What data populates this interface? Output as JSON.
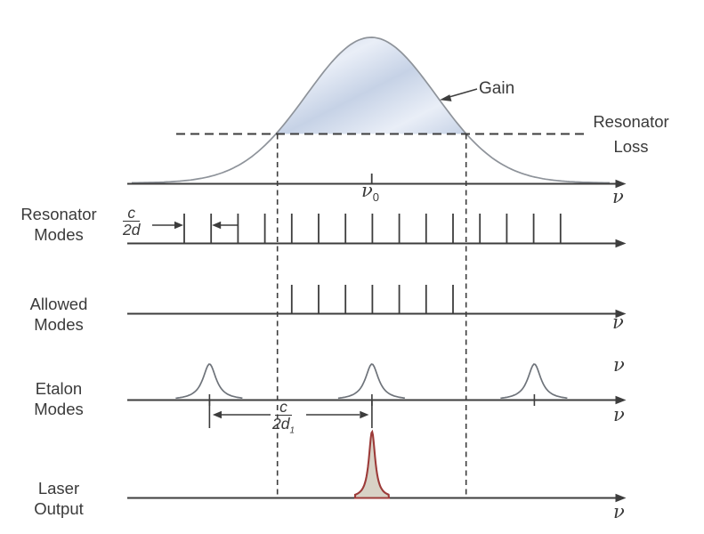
{
  "figure_title": "Laser gain curve and mode selection with an etalon",
  "gain_plot": {
    "curve_label": "Gain",
    "loss_label": {
      "line1": "Resonator",
      "line2": "Loss"
    },
    "peak_frequency": {
      "symbol": "ν",
      "subscript": "0"
    },
    "axis_label": "ν"
  },
  "rows": [
    {
      "label": {
        "line1": "Resonator",
        "line2": "Modes"
      },
      "spacing_label": {
        "numerator": "c",
        "denominator": "2d",
        "denominator_subscript": ""
      },
      "mode_count": 15,
      "axis_label": ""
    },
    {
      "label": {
        "line1": "Allowed",
        "line2": "Modes"
      },
      "mode_count": 7,
      "axis_label": "ν"
    },
    {
      "label": {
        "line1": "Etalon",
        "line2": "Modes"
      },
      "spacing_label": {
        "numerator": "c",
        "denominator": "2d",
        "denominator_subscript": "1"
      },
      "peak_count": 3,
      "axis_label": "ν",
      "secondary_axis_label": "ν"
    },
    {
      "label": {
        "line1": "Laser",
        "line2": "Output"
      },
      "peak_count": 1,
      "axis_label": "ν"
    }
  ],
  "colors": {
    "line": "#3d3d3d",
    "text": "#3a3a3a",
    "gain_stroke": "#8e939a",
    "gain_fill_dark": "#c6d2e6",
    "gain_fill_light": "#e9eef7",
    "etalon_stroke": "#6e737a",
    "laser_stroke": "#9c3b39",
    "laser_fill": "#d8d2c6"
  }
}
